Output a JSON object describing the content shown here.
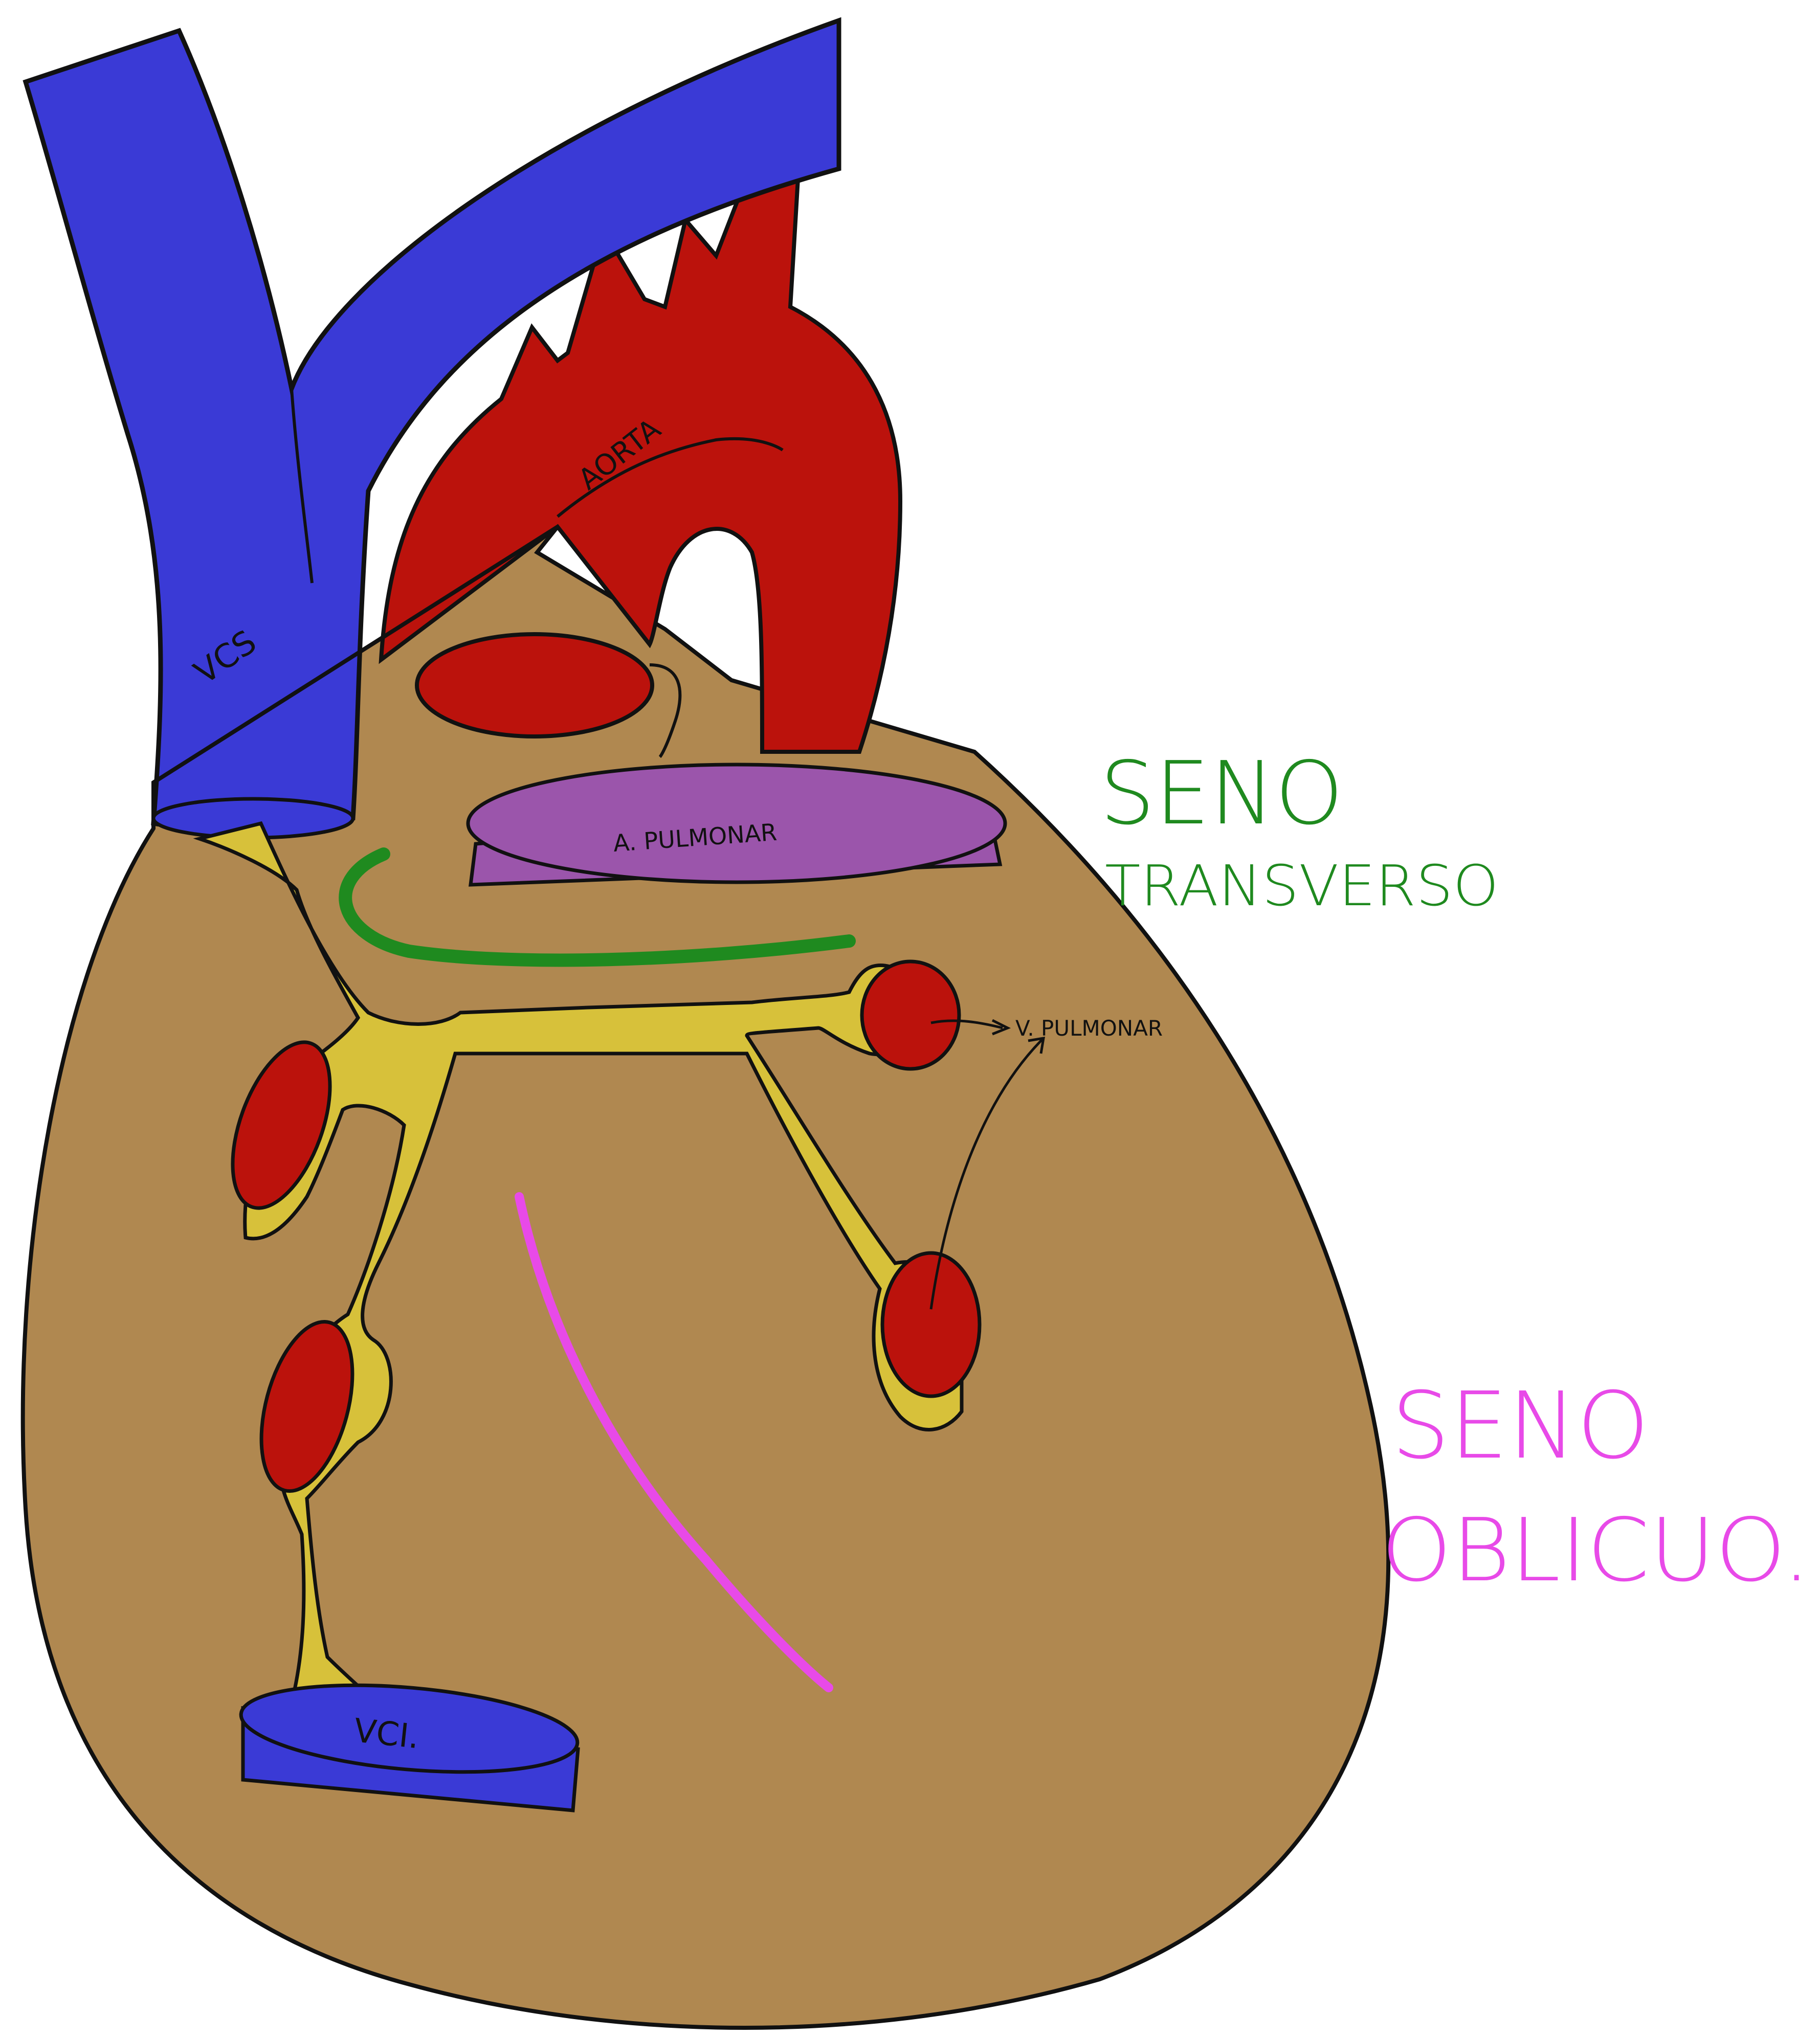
{
  "diagram": {
    "colors": {
      "background": "#ffffff",
      "pericardium": "#b08850",
      "vein": "#3a3ad6",
      "artery": "#bb120c",
      "pulmonary_artery": "#9b55ab",
      "reflection": "#d7c13a",
      "outline": "#111111",
      "transverse_sinus": "#1f8a1f",
      "oblique_sinus": "#e84ae8"
    },
    "labels": {
      "vcs": "VCS",
      "aorta": "AORTA",
      "pulmonary_artery": "A. PULMONAR",
      "pulmonary_vein": "V. PULMONAR",
      "vci": "VCI.",
      "transverse_sinus_line1": "SENO",
      "transverse_sinus_line2": "TRANSVERSO",
      "oblique_sinus_line1": "SENO",
      "oblique_sinus_line2": "OBLICUO."
    },
    "icons": {
      "transverse_sinus_marker": "green-arc",
      "oblique_sinus_marker": "magenta-line",
      "vein_pointer": "arrow"
    }
  }
}
